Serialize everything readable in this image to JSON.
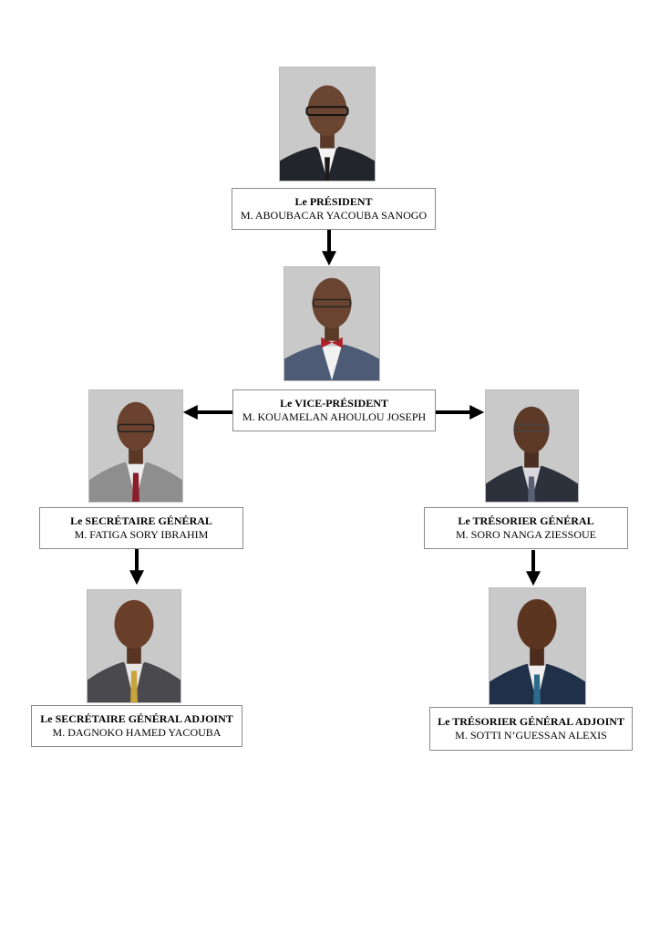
{
  "chart": {
    "president": {
      "role": "Le PRÉSIDENT",
      "name": "M. ABOUBACAR YACOUBA SANOGO"
    },
    "vice_president": {
      "role": "Le VICE-PRÉSIDENT",
      "name": "M. KOUAMELAN AHOULOU JOSEPH"
    },
    "secretaire_general": {
      "role": "Le SECRÉTAIRE GÉNÉRAL",
      "name": "M. FATIGA SORY IBRAHIM"
    },
    "tresorier_general": {
      "role": "Le TRÉSORIER GÉNÉRAL",
      "name": "M. SORO NANGA ZIESSOUE"
    },
    "secretaire_general_adjoint": {
      "role": "Le SECRÉTAIRE GÉNÉRAL ADJOINT",
      "name": "M. DAGNOKO HAMED YACOUBA"
    },
    "tresorier_general_adjoint": {
      "role": "Le TRÉSORIER GÉNÉRAL ADJOINT",
      "name": "M. SOTTI N’GUESSAN ALEXIS"
    }
  },
  "colors": {
    "photo_background": "#c9c9c9",
    "box_border": "#8a8a8a",
    "arrow": "#000000"
  },
  "icons": {
    "portrait": "person-portrait-icon"
  }
}
